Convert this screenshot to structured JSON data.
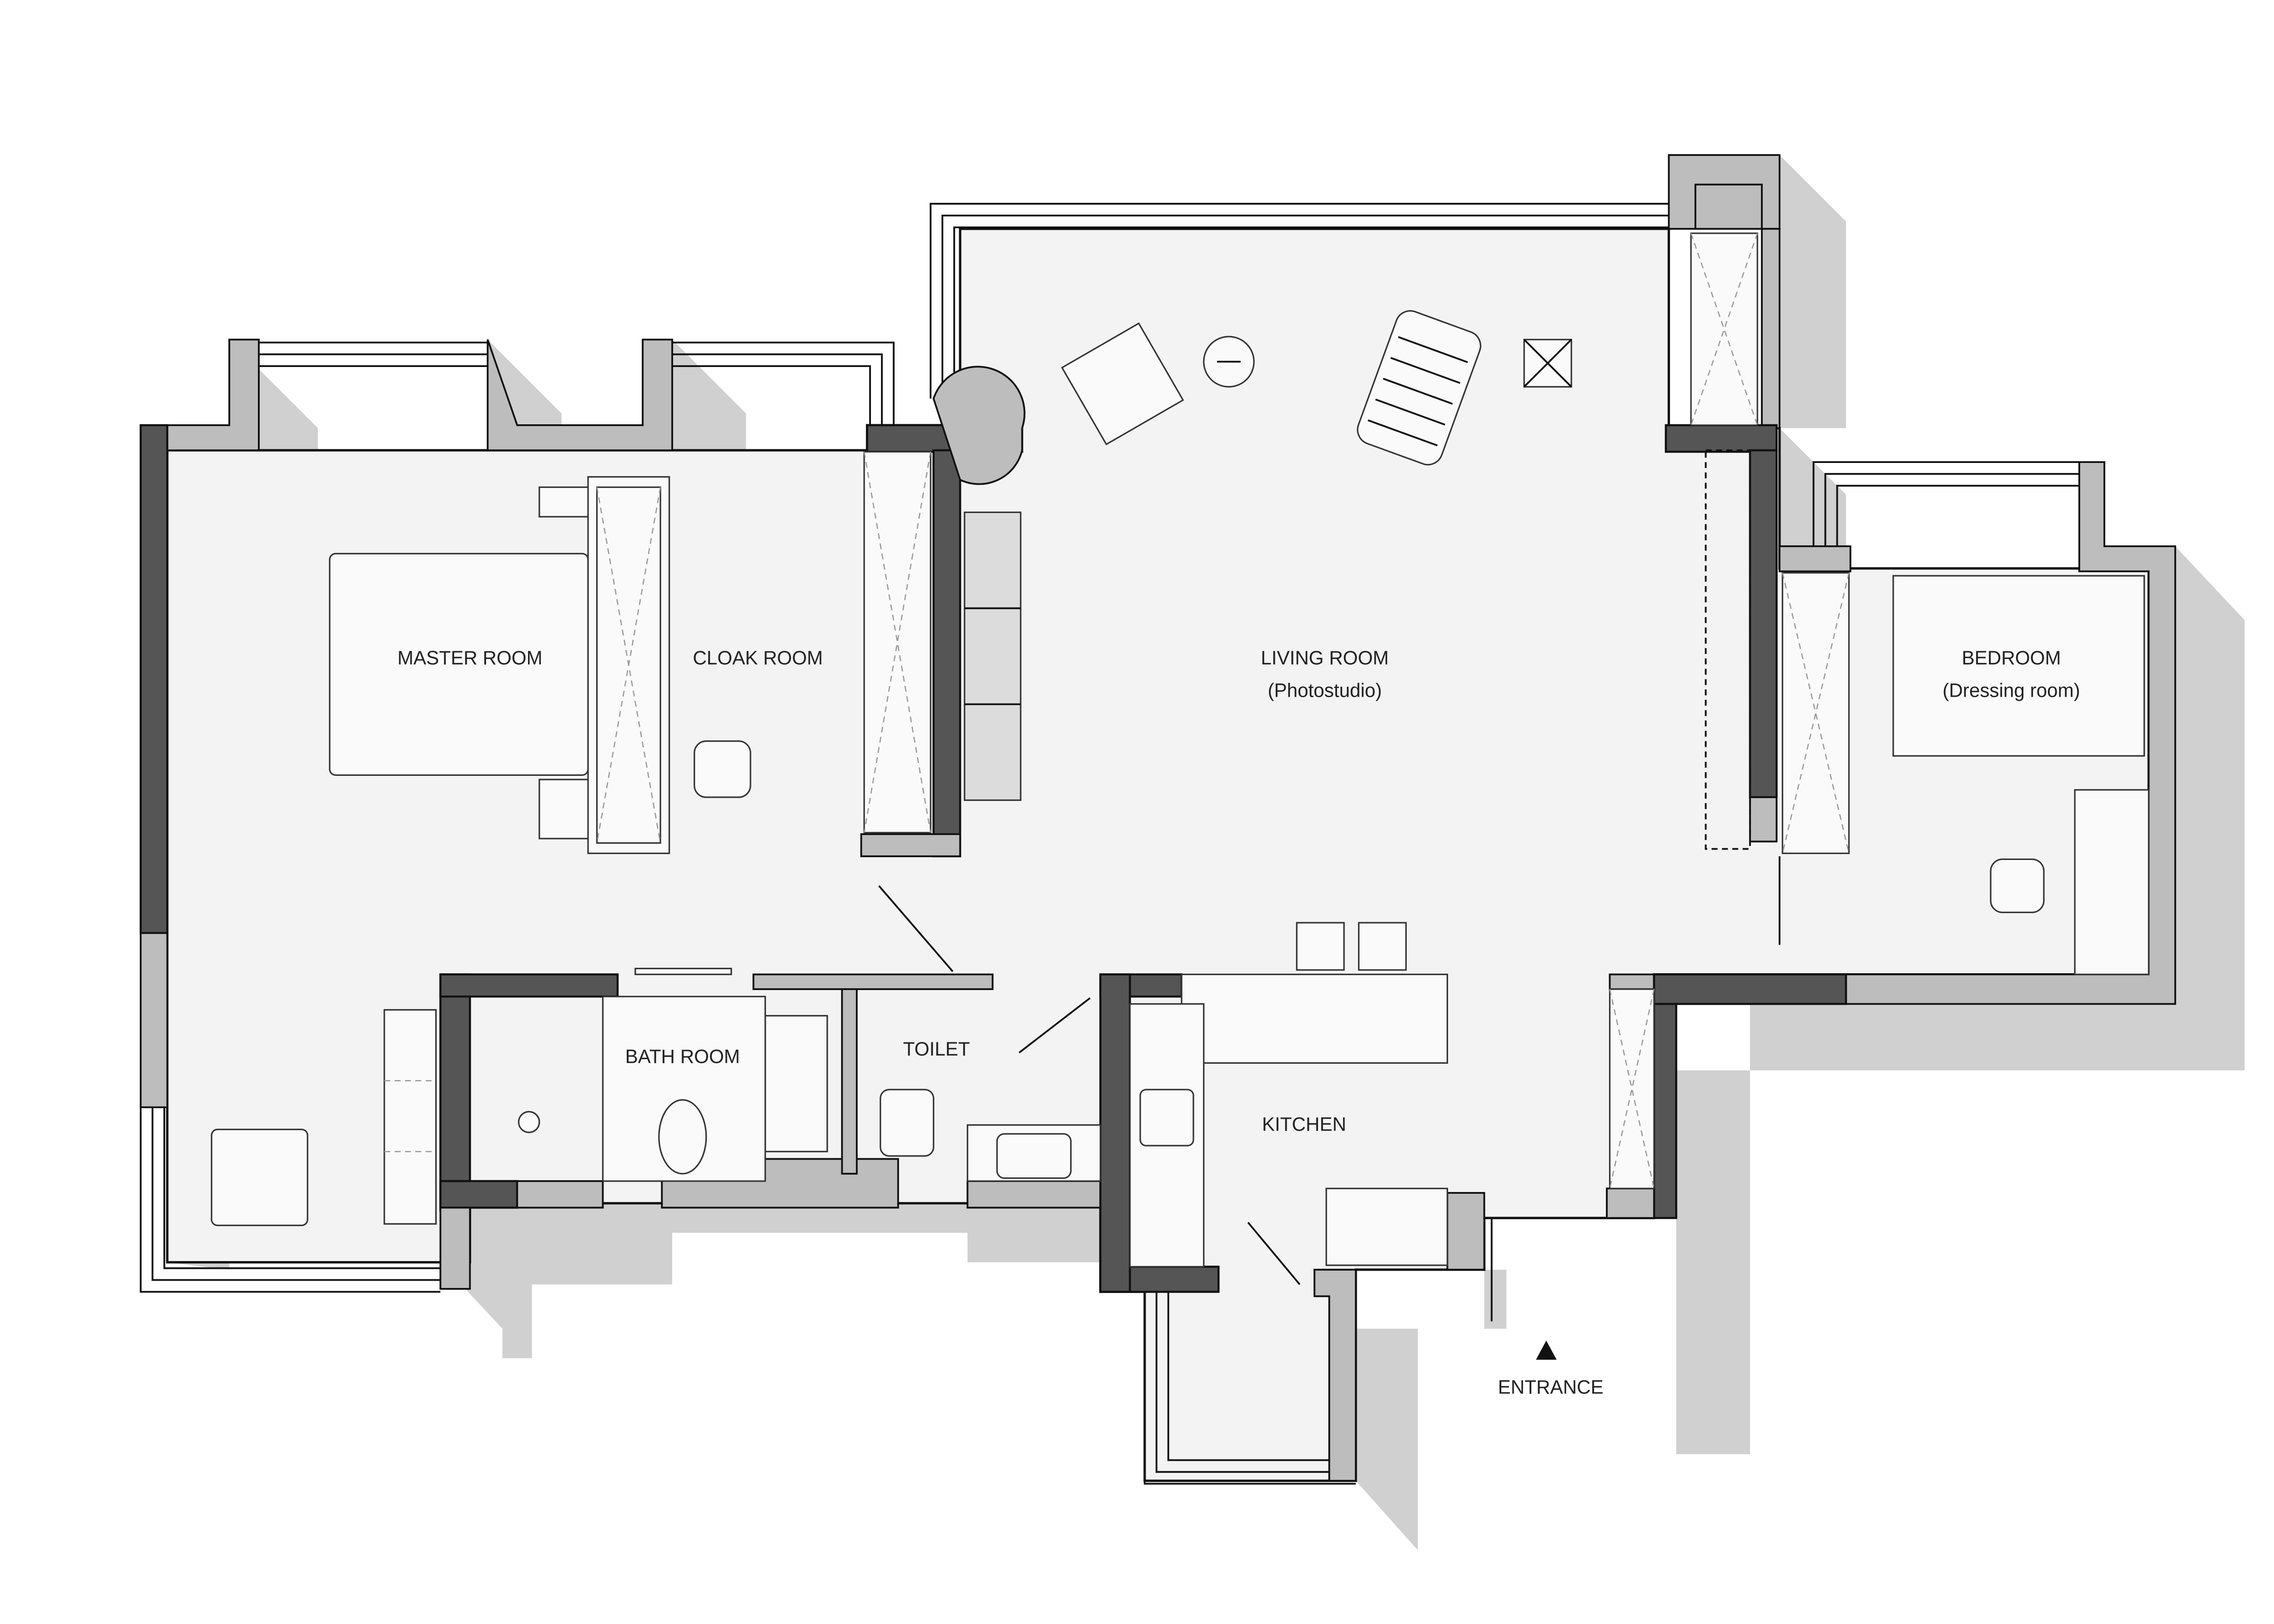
{
  "rooms": {
    "master": "MASTER ROOM",
    "cloak": "CLOAK ROOM",
    "living": "LIVING ROOM",
    "living_sub": "(Photostudio)",
    "bedroom": "BEDROOM",
    "bedroom_sub": "(Dressing room)",
    "bath": "BATH ROOM",
    "toilet": "TOILET",
    "kitchen": "KITCHEN",
    "entrance": "ENTRANCE"
  },
  "colors": {
    "wall": "#555555",
    "floor": "#f3f3f3",
    "shadow": "#d0d0d0"
  }
}
